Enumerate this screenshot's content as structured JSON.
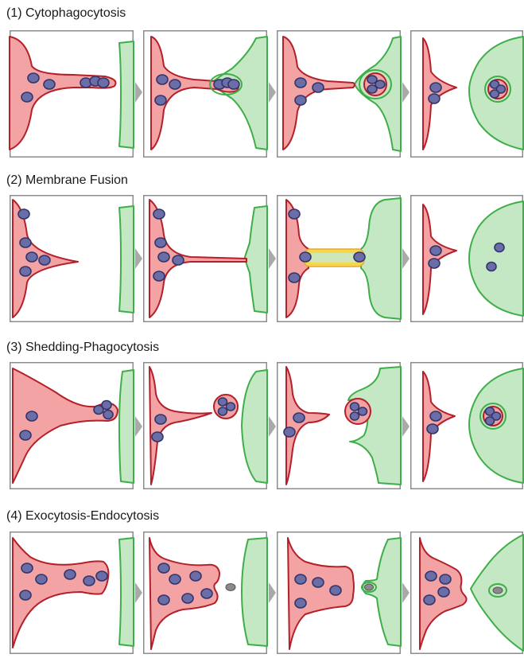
{
  "rows": [
    {
      "title": "(1)  Cytophagocytosis"
    },
    {
      "title": "(2) Membrane Fusion"
    },
    {
      "title": "(3) Shedding-Phagocytosis"
    },
    {
      "title": "(4) Exocytosis-Endocytosis"
    }
  ],
  "colors": {
    "donor_cell_fill": "#f4a3a4",
    "donor_cell_outline": "#b3202a",
    "recipient_cell_fill": "#c4e8c4",
    "recipient_cell_outline": "#3fae49",
    "nucleus": "#6b6ea6",
    "fusion_bridge": "#f5d84a",
    "exosome": "#8a8a8a",
    "panel_border": "#8c8c8c",
    "arrow": "#a9a9a9"
  }
}
